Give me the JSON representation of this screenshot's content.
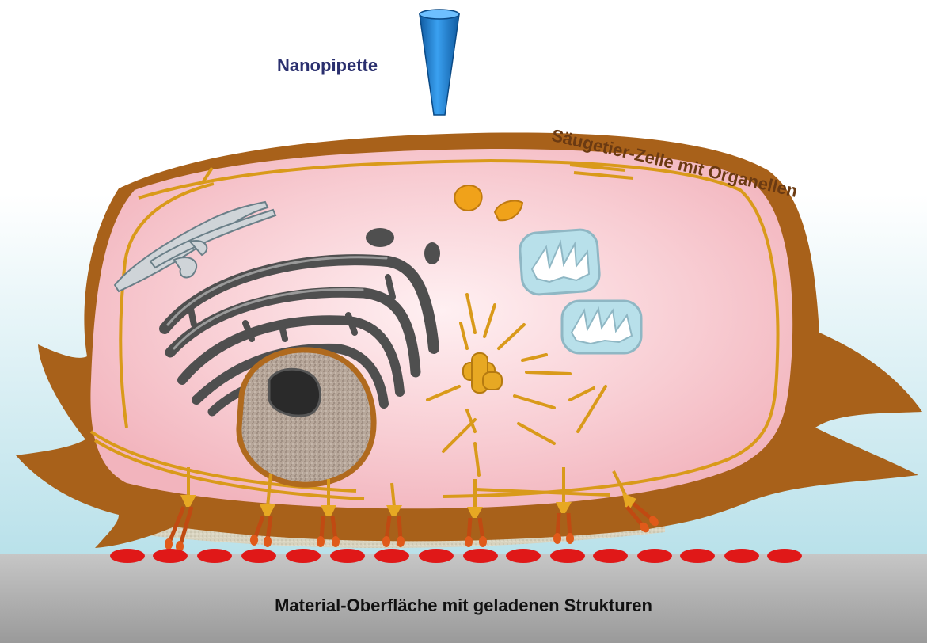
{
  "labels": {
    "pipette": "Nanopipette",
    "cell": "Säugetier-Zelle mit Organellen",
    "surface": "Material-Oberfläche mit geladenen Strukturen"
  },
  "colors": {
    "cytoplasm": "#f6c6cc",
    "membrane": "#a8611a",
    "cytoskeleton": "#d99a1a",
    "organelle_gray": "#5a5a5a",
    "mitochondria": "#b8e0ea",
    "surface_charges": "#e01818",
    "surface": "#aeaeae",
    "pipette": "#1a78c8"
  },
  "icons": [
    "nanopipette-icon",
    "cell-icon",
    "nucleus-icon",
    "golgi-icon",
    "mitochondrion-icon",
    "centrosome-icon",
    "endoplasmic-reticulum-icon",
    "receptor-icon",
    "charge-icon"
  ]
}
